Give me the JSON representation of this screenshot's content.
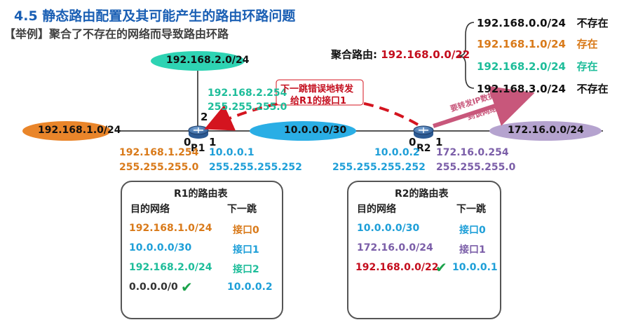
{
  "header": {
    "title": "4.5 静态路由配置及其可能产生的路由环路问题",
    "subtitle": "【举例】聚合了不存在的网络而导致路由环路"
  },
  "colors": {
    "orange": "#d97a1a",
    "blue": "#1e9fd8",
    "teal": "#1ebd9a",
    "purple": "#7b5ea8",
    "red": "#c40d1d",
    "title_blue": "#1a5fb4"
  },
  "networks": {
    "net1": "192.168.1.0/24",
    "net2": "192.168.2.0/24",
    "net3": "10.0.0.0/30",
    "net4": "172.16.0.0/24"
  },
  "routers": {
    "r1": {
      "name": "R1",
      "if0": "0",
      "if1": "1",
      "if2": "2",
      "if0_ip": "192.168.1.254",
      "if0_mask": "255.255.255.0",
      "if1_ip": "10.0.0.1",
      "if1_mask": "255.255.255.252",
      "if2_ip": "192.168.2.254",
      "if2_mask": "255.255.255.0"
    },
    "r2": {
      "name": "R2",
      "if0": "0",
      "if1": "1",
      "if0_ip": "10.0.0.2",
      "if0_mask": "255.255.255.252",
      "if1_ip": "172.16.0.254",
      "if1_mask": "255.255.255.0"
    }
  },
  "annotations": {
    "misforward_line1": "下一跳错误地转发",
    "misforward_line2": "给R1的接口1",
    "forward_line1": "要转发IP数据报",
    "forward_line2": "到该网络"
  },
  "aggregation": {
    "label": "聚合路由:",
    "route": "192.168.0.0/22",
    "entries": [
      {
        "net": "192.168.0.0/24",
        "status": "不存在"
      },
      {
        "net": "192.168.1.0/24",
        "status": "存在"
      },
      {
        "net": "192.168.2.0/24",
        "status": "存在"
      },
      {
        "net": "192.168.3.0/24",
        "status": "不存在"
      }
    ]
  },
  "r1_table": {
    "title": "R1的路由表",
    "col_dest": "目的网络",
    "col_next": "下一跳",
    "rows": [
      {
        "dest": "192.168.1.0/24",
        "next": "接口0"
      },
      {
        "dest": "10.0.0.0/30",
        "next": "接口1"
      },
      {
        "dest": "192.168.2.0/24",
        "next": "接口2"
      },
      {
        "dest": "0.0.0.0/0",
        "next": "10.0.0.2"
      }
    ]
  },
  "r2_table": {
    "title": "R2的路由表",
    "col_dest": "目的网络",
    "col_next": "下一跳",
    "rows": [
      {
        "dest": "10.0.0.0/30",
        "next": "接口0"
      },
      {
        "dest": "172.16.0.0/24",
        "next": "接口1"
      },
      {
        "dest": "192.168.0.0/22",
        "next": "10.0.0.1"
      }
    ]
  }
}
